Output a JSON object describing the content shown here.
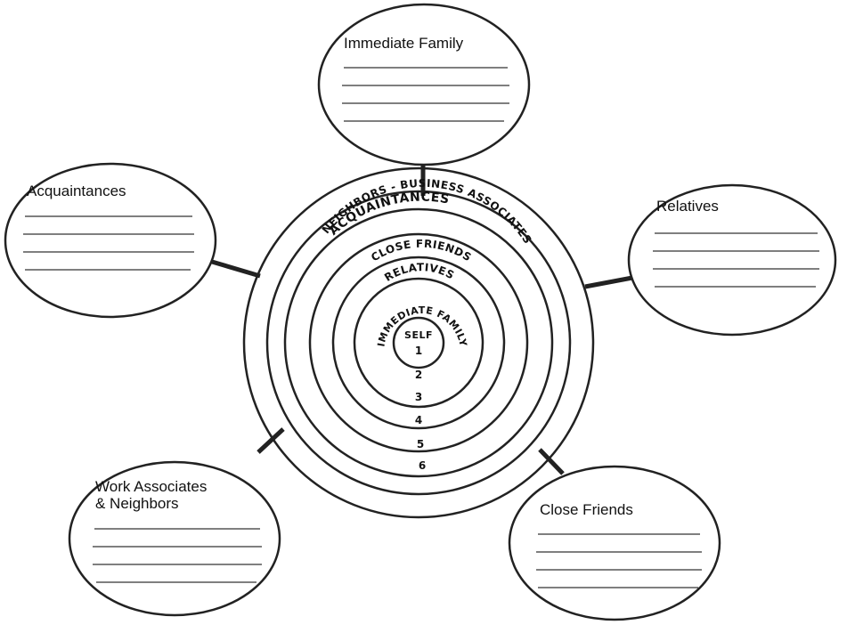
{
  "diagram": {
    "rings": [
      {
        "number": "1",
        "label": "SELF"
      },
      {
        "number": "2",
        "label": "IMMEDIATE FAMILY"
      },
      {
        "number": "3",
        "label": "RELATIVES"
      },
      {
        "number": "4",
        "label": "CLOSE FRIENDS"
      },
      {
        "number": "5",
        "label": "NEIGHBORS - BUSINESS ASSOCIATES"
      },
      {
        "number": "6",
        "label": "ACQUAINTANCES"
      }
    ],
    "bubbles": [
      {
        "id": "immediate-family",
        "lines": [
          "Immediate Family"
        ]
      },
      {
        "id": "relatives",
        "lines": [
          "Relatives"
        ]
      },
      {
        "id": "close-friends",
        "lines": [
          "Close Friends"
        ]
      },
      {
        "id": "work-associates",
        "lines": [
          "Work Associates",
          "& Neighbors"
        ]
      },
      {
        "id": "acquaintances",
        "lines": [
          "Acquaintances"
        ]
      }
    ]
  }
}
